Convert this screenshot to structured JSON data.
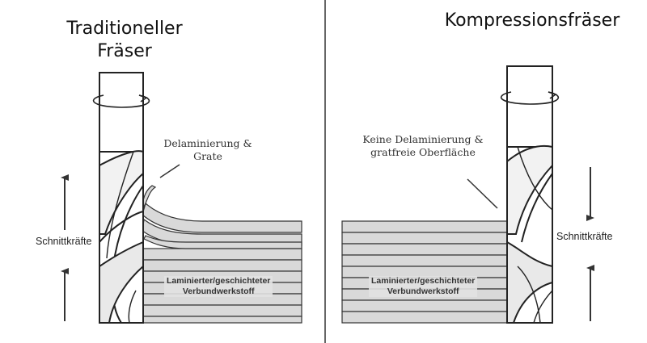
{
  "left": {
    "title_line1": "Traditioneller",
    "title_line2": "Fräser",
    "annotation_line1": "Delaminierung &",
    "annotation_line2": "Grate",
    "force_label": "Schnittkräfte",
    "material_line1": "Laminierter/geschichteter",
    "material_line2": "Verbundwerkstoff"
  },
  "right": {
    "title": "Kompressionsfräser",
    "annotation_line1": "Keine Delaminierung &",
    "annotation_line2": "gratfreie Oberfläche",
    "force_label": "Schnittkräfte",
    "material_line1": "Laminierter/geschichteter",
    "material_line2": "Verbundwerkstoff"
  },
  "colors": {
    "layer_fill": "#d9d9d9",
    "outline": "#222222",
    "divider": "#333333"
  }
}
